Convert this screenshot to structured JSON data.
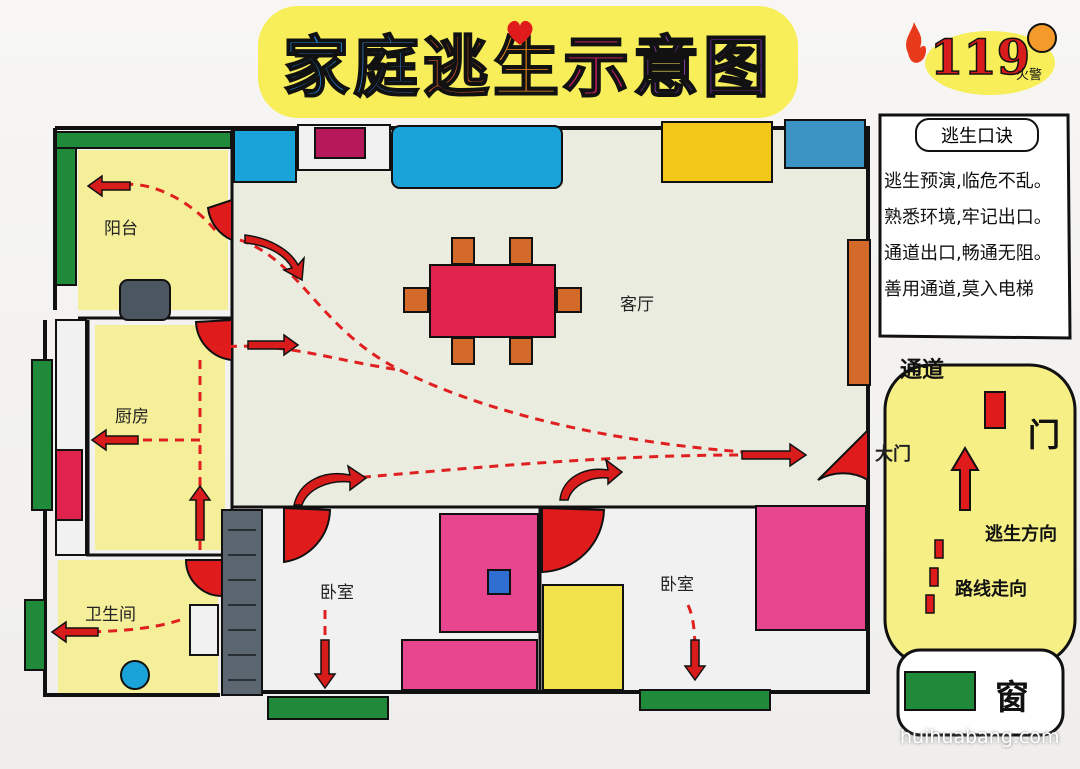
{
  "title": {
    "chars": [
      "家",
      "庭",
      "逃",
      "生",
      "示",
      "意",
      "图"
    ],
    "colors": [
      "#1c7fd1",
      "#2e7bcf",
      "#e05a2a",
      "#f08a1c",
      "#d9226c",
      "#8b3fb1",
      "#7a2fb0"
    ]
  },
  "emergency": {
    "number": "119",
    "label": "火警"
  },
  "rooms": {
    "balcony": "阳台",
    "kitchen": "厨房",
    "bathroom": "卫生间",
    "living_room": "客厅",
    "bedroom_left": "卧室",
    "bedroom_right": "卧室",
    "main_door": "大门"
  },
  "rhyme": {
    "title": "逃生口诀",
    "lines": [
      "逃生预演,临危不乱。",
      "熟悉环境,牢记出口。",
      "通道出口,畅通无阻。",
      "善用通道,莫入电梯"
    ]
  },
  "legend": {
    "passage": "通道",
    "door": "门",
    "escape_direction": "逃生方向",
    "route_direction": "路线走向",
    "window": "窗"
  },
  "colors": {
    "wall": "#111111",
    "window": "#1f8a3a",
    "door": "#e01b1b",
    "route": "#e02020",
    "sofa": "#1aa3d9",
    "bed": "#e8458f",
    "table": "#e0234d",
    "yellow_fill": "#f6ef86"
  },
  "watermark": "huihuabang.com"
}
